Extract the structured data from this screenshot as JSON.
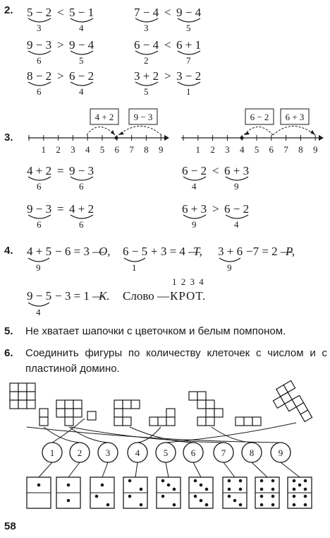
{
  "task2": {
    "number": "2.",
    "rows": [
      {
        "left": {
          "a": "5 − 2",
          "op": "<",
          "b": "5 − 1",
          "va": "3",
          "vb": "4"
        },
        "right": {
          "a": "7 − 4",
          "op": "<",
          "b": "9 − 4",
          "va": "3",
          "vb": "5"
        }
      },
      {
        "left": {
          "a": "9 − 3",
          "op": ">",
          "b": "9 − 4",
          "va": "6",
          "vb": "5"
        },
        "right": {
          "a": "6 − 4",
          "op": "<",
          "b": "6 + 1",
          "va": "2",
          "vb": "7"
        }
      },
      {
        "left": {
          "a": "8 − 2",
          "op": ">",
          "b": "6 − 2",
          "va": "6",
          "vb": "4"
        },
        "right": {
          "a": "3 + 2",
          "op": ">",
          "b": "3 − 2",
          "va": "5",
          "vb": "1"
        }
      }
    ]
  },
  "task3": {
    "number": "3.",
    "lines": [
      {
        "boxes": [
          "4 + 2",
          "9 − 3"
        ],
        "ticks": [
          "1",
          "2",
          "3",
          "4",
          "5",
          "6",
          "7",
          "8",
          "9"
        ]
      },
      {
        "boxes": [
          "6 − 2",
          "6 + 3"
        ],
        "ticks": [
          "1",
          "2",
          "3",
          "4",
          "5",
          "6",
          "7",
          "8",
          "9"
        ]
      }
    ],
    "rows": [
      {
        "left": {
          "a": "4 + 2",
          "op": "=",
          "b": "9 − 3",
          "va": "6",
          "vb": "6"
        },
        "right": {
          "a": "6 − 2",
          "op": "<",
          "b": "6 + 3",
          "va": "4",
          "vb": "9"
        }
      },
      {
        "left": {
          "a": "9 − 3",
          "op": "=",
          "b": "4 + 2",
          "va": "6",
          "vb": "6"
        },
        "right": {
          "a": "6 + 3",
          "op": ">",
          "b": "6 − 2",
          "va": "9",
          "vb": "4"
        }
      }
    ]
  },
  "task4": {
    "number": "4.",
    "line1": [
      {
        "sum": "4 + 5",
        "val": "9",
        "rest": "− 6 = 3 —",
        "letter": "О,"
      },
      {
        "sum": "6 − 5",
        "val": "1",
        "rest": "+ 3 = 4 —",
        "letter": "Т,"
      },
      {
        "sum": "3 + 6",
        "val": "9",
        "rest": "−7 = 2 —",
        "letter": "Р,"
      }
    ],
    "line2": {
      "sum": "9 − 5",
      "val": "4",
      "rest": "− 3 = 1 —",
      "letter": "К.",
      "word_label": "Слово —",
      "word": "КРОТ.",
      "indices": "1 2 3 4"
    }
  },
  "task5": {
    "number": "5.",
    "text": "Не хватает шапочки с цветочком и белым помпоном."
  },
  "task6": {
    "number": "6.",
    "text": "Соединить фигуры по количеству клеточек с числом и с пластиной домино.",
    "circles": [
      "1",
      "2",
      "3",
      "4",
      "5",
      "6",
      "7",
      "8",
      "9"
    ]
  },
  "page_number": "58"
}
